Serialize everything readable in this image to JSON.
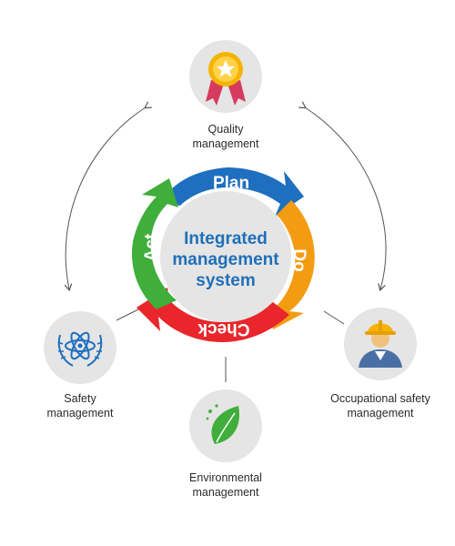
{
  "center": {
    "line1": "Integrated",
    "line2": "management",
    "line3": "system"
  },
  "cycle": {
    "plan": {
      "label": "Plan",
      "color": "#1e6fbf"
    },
    "do": {
      "label": "Do",
      "color": "#f39c12"
    },
    "check": {
      "label": "Check",
      "color": "#e8262b"
    },
    "act": {
      "label": "Act",
      "color": "#3fae3a"
    }
  },
  "nodes": {
    "quality": {
      "line1": "Quality",
      "line2": "management",
      "icon": "medal-icon"
    },
    "safety": {
      "line1": "Safety",
      "line2": "management",
      "icon": "atom-laurel-icon"
    },
    "environmental": {
      "line1": "Environmental",
      "line2": "management",
      "icon": "leaf-icon"
    },
    "occupational": {
      "line1": "Occupational safety",
      "line2": "management",
      "icon": "hardhat-worker-icon"
    }
  },
  "colors": {
    "circle_bg": "#e5e5e5",
    "connector": "#555555",
    "center_text": "#1f6fb8"
  }
}
